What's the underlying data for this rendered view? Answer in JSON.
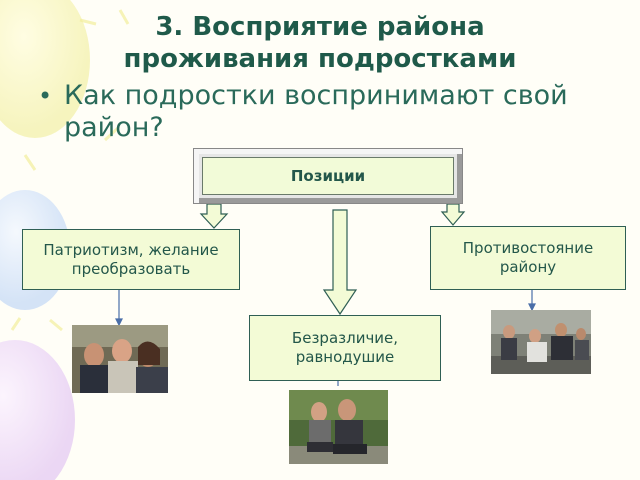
{
  "slide": {
    "title_line1": "3. Восприятие района",
    "title_line2": "проживания подростками",
    "bullet": "Как подростки  воспринимают свой район?"
  },
  "diagram": {
    "root": "Позиции",
    "left": "Патриотизм, желание преобразовать",
    "center": "Безразличие, равнодушие",
    "right": "Противостояние району"
  },
  "colors": {
    "title": "#1f5a4a",
    "box_fill": "#f3fbd6",
    "box_border": "#2f5f54",
    "arrow_fill": "#f3fbd6"
  }
}
